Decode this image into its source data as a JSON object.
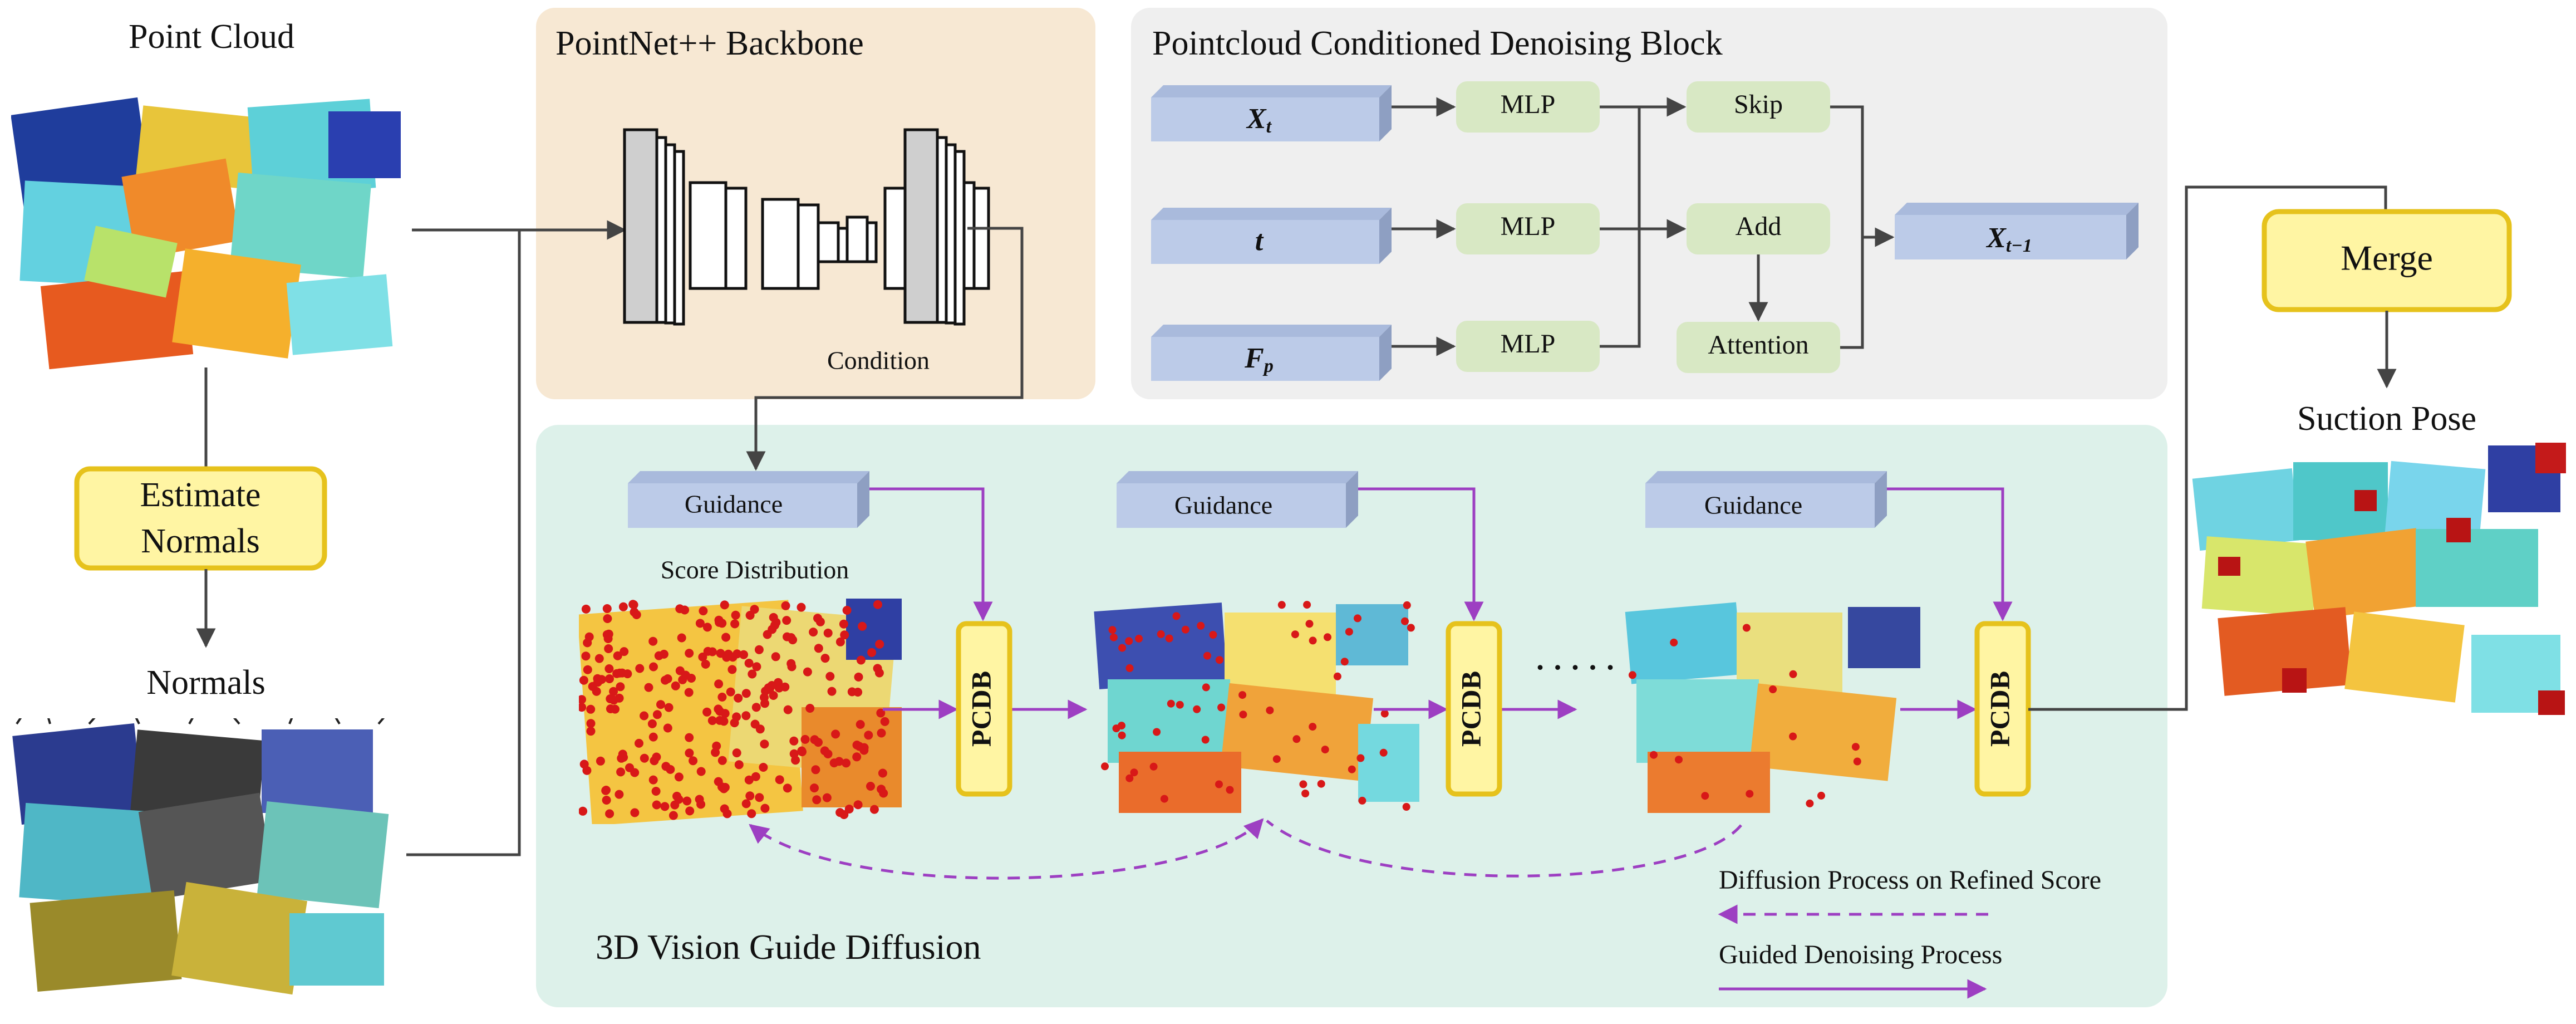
{
  "colors": {
    "backbone_bg": "#f7e8d3",
    "denoise_bg": "#efefef",
    "diffusion_bg": "#ddf1ea",
    "blue_box": "#bccbe8",
    "green_box": "#d8e8c4",
    "yellow_fill": "#fff5a3",
    "yellow_stroke": "#e6c21c",
    "purple": "#9d3fc2",
    "line": "#444444"
  },
  "icons": {
    "point_cloud": "point-cloud-image",
    "normals": "normals-image",
    "unet": "unet-backbone-icon",
    "score_cloud": "score-distribution-point-cloud",
    "suction_cloud": "suction-pose-point-cloud"
  },
  "labels": {
    "point_cloud": "Point Cloud",
    "estimate_normals": [
      "Estimate",
      "Normals"
    ],
    "normals": "Normals",
    "suction_pose": "Suction Pose",
    "merge": "Merge"
  },
  "backbone": {
    "title": "PointNet++ Backbone",
    "condition": "Condition"
  },
  "denoise": {
    "title": "Pointcloud Conditioned Denoising Block",
    "inputs": [
      {
        "base": "X",
        "sub": "t"
      },
      {
        "base": "t",
        "sub": ""
      },
      {
        "base": "F",
        "sub": "p"
      }
    ],
    "mlp": [
      "MLP",
      "MLP",
      "MLP"
    ],
    "skip": "Skip",
    "add": "Add",
    "attention": "Attention",
    "output": {
      "base": "X",
      "sub": "t−1"
    }
  },
  "diffusion": {
    "title": "3D Vision Guide Diffusion",
    "guidance": [
      "Guidance",
      "Guidance",
      "Guidance"
    ],
    "score_distribution": "Score Distribution",
    "pcdb": [
      "PCDB",
      "PCDB",
      "PCDB"
    ],
    "ellipsis": "· · · · ·",
    "legend": {
      "dashed": "Diffusion Process on Refined Score",
      "solid": "Guided Denoising Process"
    }
  }
}
